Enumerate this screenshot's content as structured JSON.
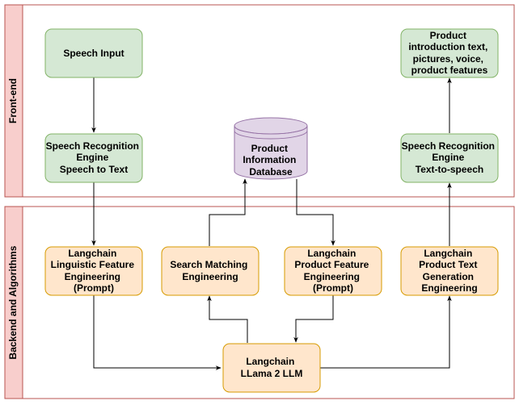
{
  "colors": {
    "lane_fill": "#f8cecc",
    "lane_stroke": "#b85450",
    "green_fill": "#d5e8d4",
    "green_stroke": "#82b366",
    "orange_fill": "#ffe6cc",
    "orange_stroke": "#d79b00",
    "purple_fill": "#e1d5e7",
    "purple_stroke": "#9673a6",
    "edge": "#000000"
  },
  "lanes": {
    "frontend": {
      "label": "Front-end"
    },
    "backend": {
      "label": "Backend and Algorithms"
    }
  },
  "nodes": {
    "speech_input": {
      "lines": [
        "Speech Input"
      ]
    },
    "sr_stt": {
      "lines": [
        "Speech Recognition",
        "Engine",
        "Speech to Text"
      ]
    },
    "database": {
      "lines": [
        "Product",
        "Information",
        "Database"
      ]
    },
    "sr_tts": {
      "lines": [
        "Speech Recognition",
        "Engine",
        "Text-to-speech"
      ]
    },
    "product_output": {
      "lines": [
        "Product",
        "introduction text,",
        "pictures, voice,",
        "product features"
      ]
    },
    "lc_linguistic": {
      "lines": [
        "Langchain",
        "Linguistic Feature",
        "Engineering",
        "(Prompt)"
      ]
    },
    "search_matching": {
      "lines": [
        "Search Matching",
        "Engineering"
      ]
    },
    "lc_product_feature": {
      "lines": [
        "Langchain",
        "Product Feature",
        "Engineering",
        "(Prompt)"
      ]
    },
    "lc_text_generation": {
      "lines": [
        "Langchain",
        "Product Text",
        "Generation",
        "Engineering"
      ]
    },
    "llm": {
      "lines": [
        "Langchain",
        "LLama 2 LLM"
      ]
    }
  }
}
